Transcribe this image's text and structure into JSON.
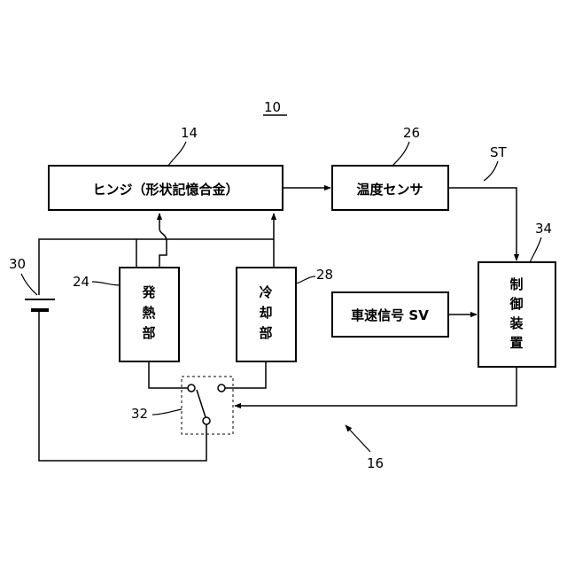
{
  "diagram": {
    "refs": {
      "system": "10",
      "hinge": "14",
      "controller_group": "16",
      "heater": "24",
      "temp_sensor": "26",
      "cooler": "28",
      "battery": "30",
      "switch": "32",
      "controller": "34"
    },
    "signals": {
      "st": "ST"
    },
    "boxes": {
      "hinge": "ヒンジ（形状記憶合金）",
      "temp_sensor": "温度センサ",
      "vehicle_speed": "車速信号 SV",
      "heater": [
        "発",
        "熱",
        "部"
      ],
      "cooler": [
        "冷",
        "却",
        "部"
      ],
      "controller": [
        "制",
        "御",
        "装",
        "置"
      ]
    },
    "colors": {
      "line": "#000000",
      "background": "#ffffff"
    }
  }
}
